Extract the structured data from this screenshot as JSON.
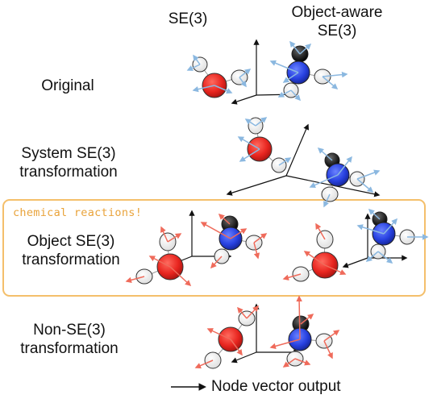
{
  "headers": {
    "col_se3": "SE(3)",
    "col_object_aware": "Object-aware\nSE(3)"
  },
  "rows": {
    "original": "Original",
    "system": "System SE(3)\ntransformation",
    "object": "Object SE(3)\ntransformation",
    "non": "Non-SE(3)\ntransformation"
  },
  "highlight_note": "chemical reactions!",
  "legend": {
    "label": "Node vector output"
  },
  "colors": {
    "oxygen": "#e8251f",
    "nitrogen": "#2741e0",
    "hydrogen": "#ffffff",
    "carbon_dark": "#111111",
    "vector_equivariant": "#8bb8e0",
    "vector_broken": "#ef6b5b",
    "highlight_box": "#f4bf6b"
  }
}
